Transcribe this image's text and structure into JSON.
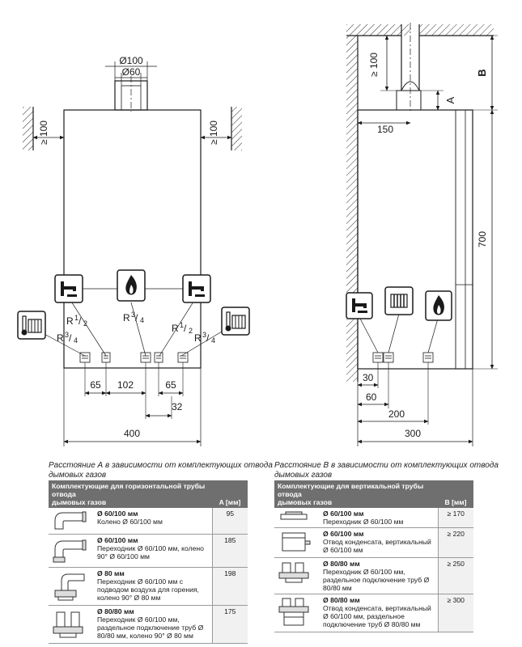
{
  "front": {
    "pipe_outer": "Ø100",
    "pipe_inner": "Ø60",
    "clear_left": "≥ 100",
    "clear_right": "≥ 100",
    "thread_r12": "R",
    "thread_r12_num": "1",
    "thread_r12_den": "2",
    "thread_r34": "R",
    "thread_r34_num": "3",
    "thread_r34_den": "4",
    "dim_65a": "65",
    "dim_102": "102",
    "dim_65b": "65",
    "dim_32": "32",
    "dim_400": "400"
  },
  "side": {
    "clear_top": "≥ 100",
    "dim_a": "A",
    "dim_b": "B",
    "dim_150": "150",
    "dim_700": "700",
    "dim_30": "30",
    "dim_60": "60",
    "dim_200": "200",
    "dim_300": "300"
  },
  "icons": [
    "radiator-thermometer-icon",
    "hot-water-tap-icon",
    "gas-flame-icon",
    "radiator-icon"
  ],
  "table_a": {
    "caption_line1": "Расстояние А в зависимости от комплектующих отвода",
    "caption_line2": "дымовых газов",
    "header_line1": "Комплектующие для горизонтальной трубы отвода",
    "header_line2": "дымовых газов",
    "header_value": "A [мм]",
    "rows": [
      {
        "title": "Ø 60/100 мм",
        "desc": "Колено Ø 60/100 мм",
        "value": "95"
      },
      {
        "title": "Ø 60/100 мм",
        "desc": "Переходник Ø 60/100 мм, колено 90° Ø 60/100 мм",
        "value": "185"
      },
      {
        "title": "Ø 80 мм",
        "desc": "Переходник Ø 60/100 мм с подводом воздуха для горения, колено 90° Ø 80 мм",
        "value": "198"
      },
      {
        "title": "Ø 80/80 мм",
        "desc": "Переходник Ø 60/100 мм, раздельное подключение труб Ø 80/80 мм, колено 90° Ø 80 мм",
        "value": "175"
      }
    ]
  },
  "table_b": {
    "caption_line1": "Расстояние В в зависимости от комплектующих отвода",
    "caption_line2": "дымовых газов",
    "header_line1": "Комплектующие для вертикальной трубы отвода",
    "header_line2": "дымовых газов",
    "header_value": "B [мм]",
    "rows": [
      {
        "title": "Ø 60/100 мм",
        "desc": "Переходник Ø 60/100 мм",
        "value": "≥ 170"
      },
      {
        "title": "Ø 60/100 мм",
        "desc": "Отвод конденсата, вертикальный Ø 60/100 мм",
        "value": "≥ 220"
      },
      {
        "title": "Ø 80/80 мм",
        "desc": "Переходник Ø 60/100 мм, раздельное подключение труб Ø 80/80 мм",
        "value": "≥ 250"
      },
      {
        "title": "Ø 80/80 мм",
        "desc": "Отвод конденсата, вертикальный Ø 60/100 мм, раздельное подключение труб Ø 80/80 мм",
        "value": "≥ 300"
      }
    ]
  }
}
